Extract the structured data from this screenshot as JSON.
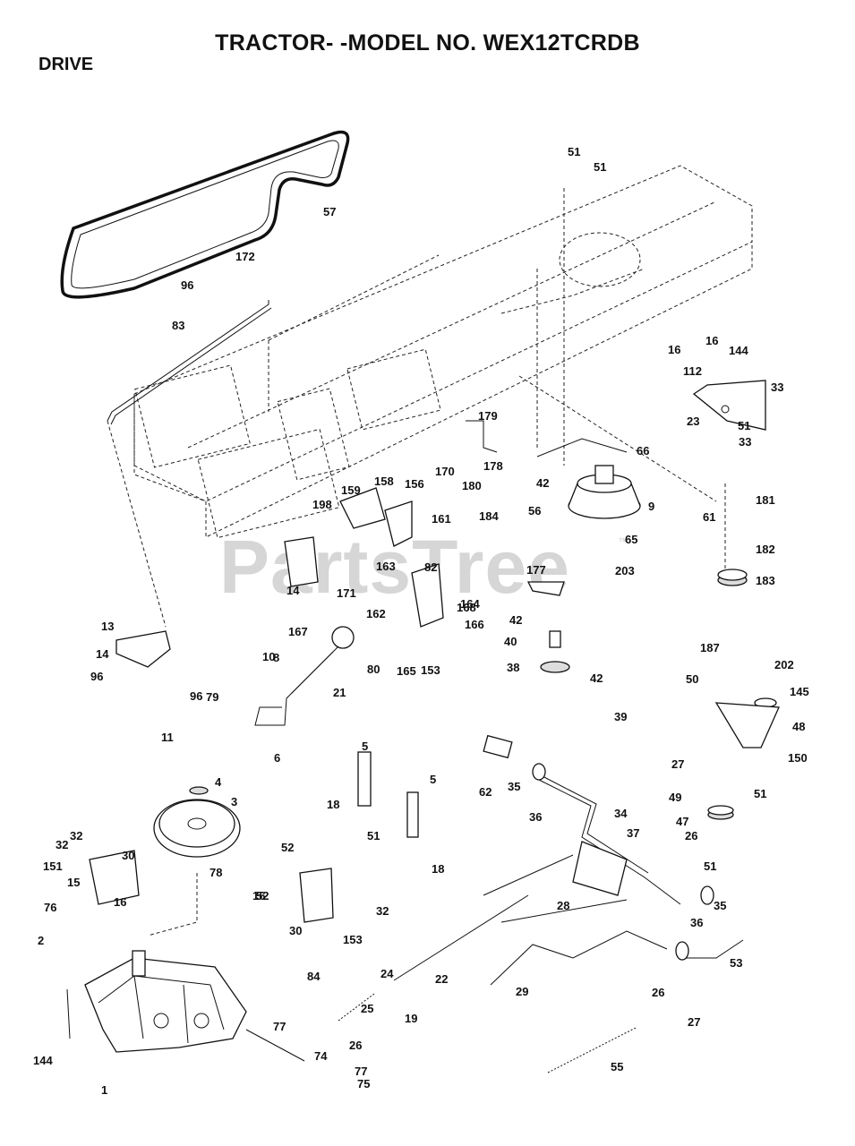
{
  "header": {
    "title": "TRACTOR- -MODEL NO. WEX12TCRDB",
    "section": "DRIVE"
  },
  "watermark": {
    "text": "PartsTree",
    "tm": "™"
  },
  "callouts": [
    "1",
    "2",
    "3",
    "4",
    "5",
    "5",
    "6",
    "8",
    "9",
    "10",
    "11",
    "13",
    "14",
    "14",
    "15",
    "16",
    "16",
    "16",
    "16",
    "18",
    "18",
    "19",
    "21",
    "22",
    "23",
    "24",
    "25",
    "26",
    "26",
    "26",
    "27",
    "27",
    "28",
    "29",
    "30",
    "30",
    "32",
    "32",
    "32",
    "33",
    "33",
    "34",
    "35",
    "35",
    "36",
    "36",
    "37",
    "38",
    "39",
    "40",
    "42",
    "42",
    "42",
    "47",
    "48",
    "49",
    "50",
    "51",
    "51",
    "51",
    "51",
    "51",
    "51",
    "52",
    "52",
    "53",
    "55",
    "56",
    "57",
    "61",
    "62",
    "65",
    "66",
    "74",
    "75",
    "76",
    "77",
    "77",
    "78",
    "79",
    "80",
    "82",
    "83",
    "84",
    "96",
    "96",
    "96",
    "112",
    "144",
    "144",
    "145",
    "150",
    "151",
    "153",
    "153",
    "156",
    "158",
    "159",
    "161",
    "162",
    "163",
    "164",
    "165",
    "166",
    "167",
    "168",
    "170",
    "171",
    "172",
    "177",
    "178",
    "179",
    "180",
    "181",
    "182",
    "183",
    "184",
    "187",
    "198",
    "202",
    "203"
  ],
  "icons": {
    "figure": "exploded-parts-diagram-icon"
  },
  "colors": {
    "ink": "#111111",
    "watermark": "#d6d6d6",
    "background": "#ffffff"
  }
}
